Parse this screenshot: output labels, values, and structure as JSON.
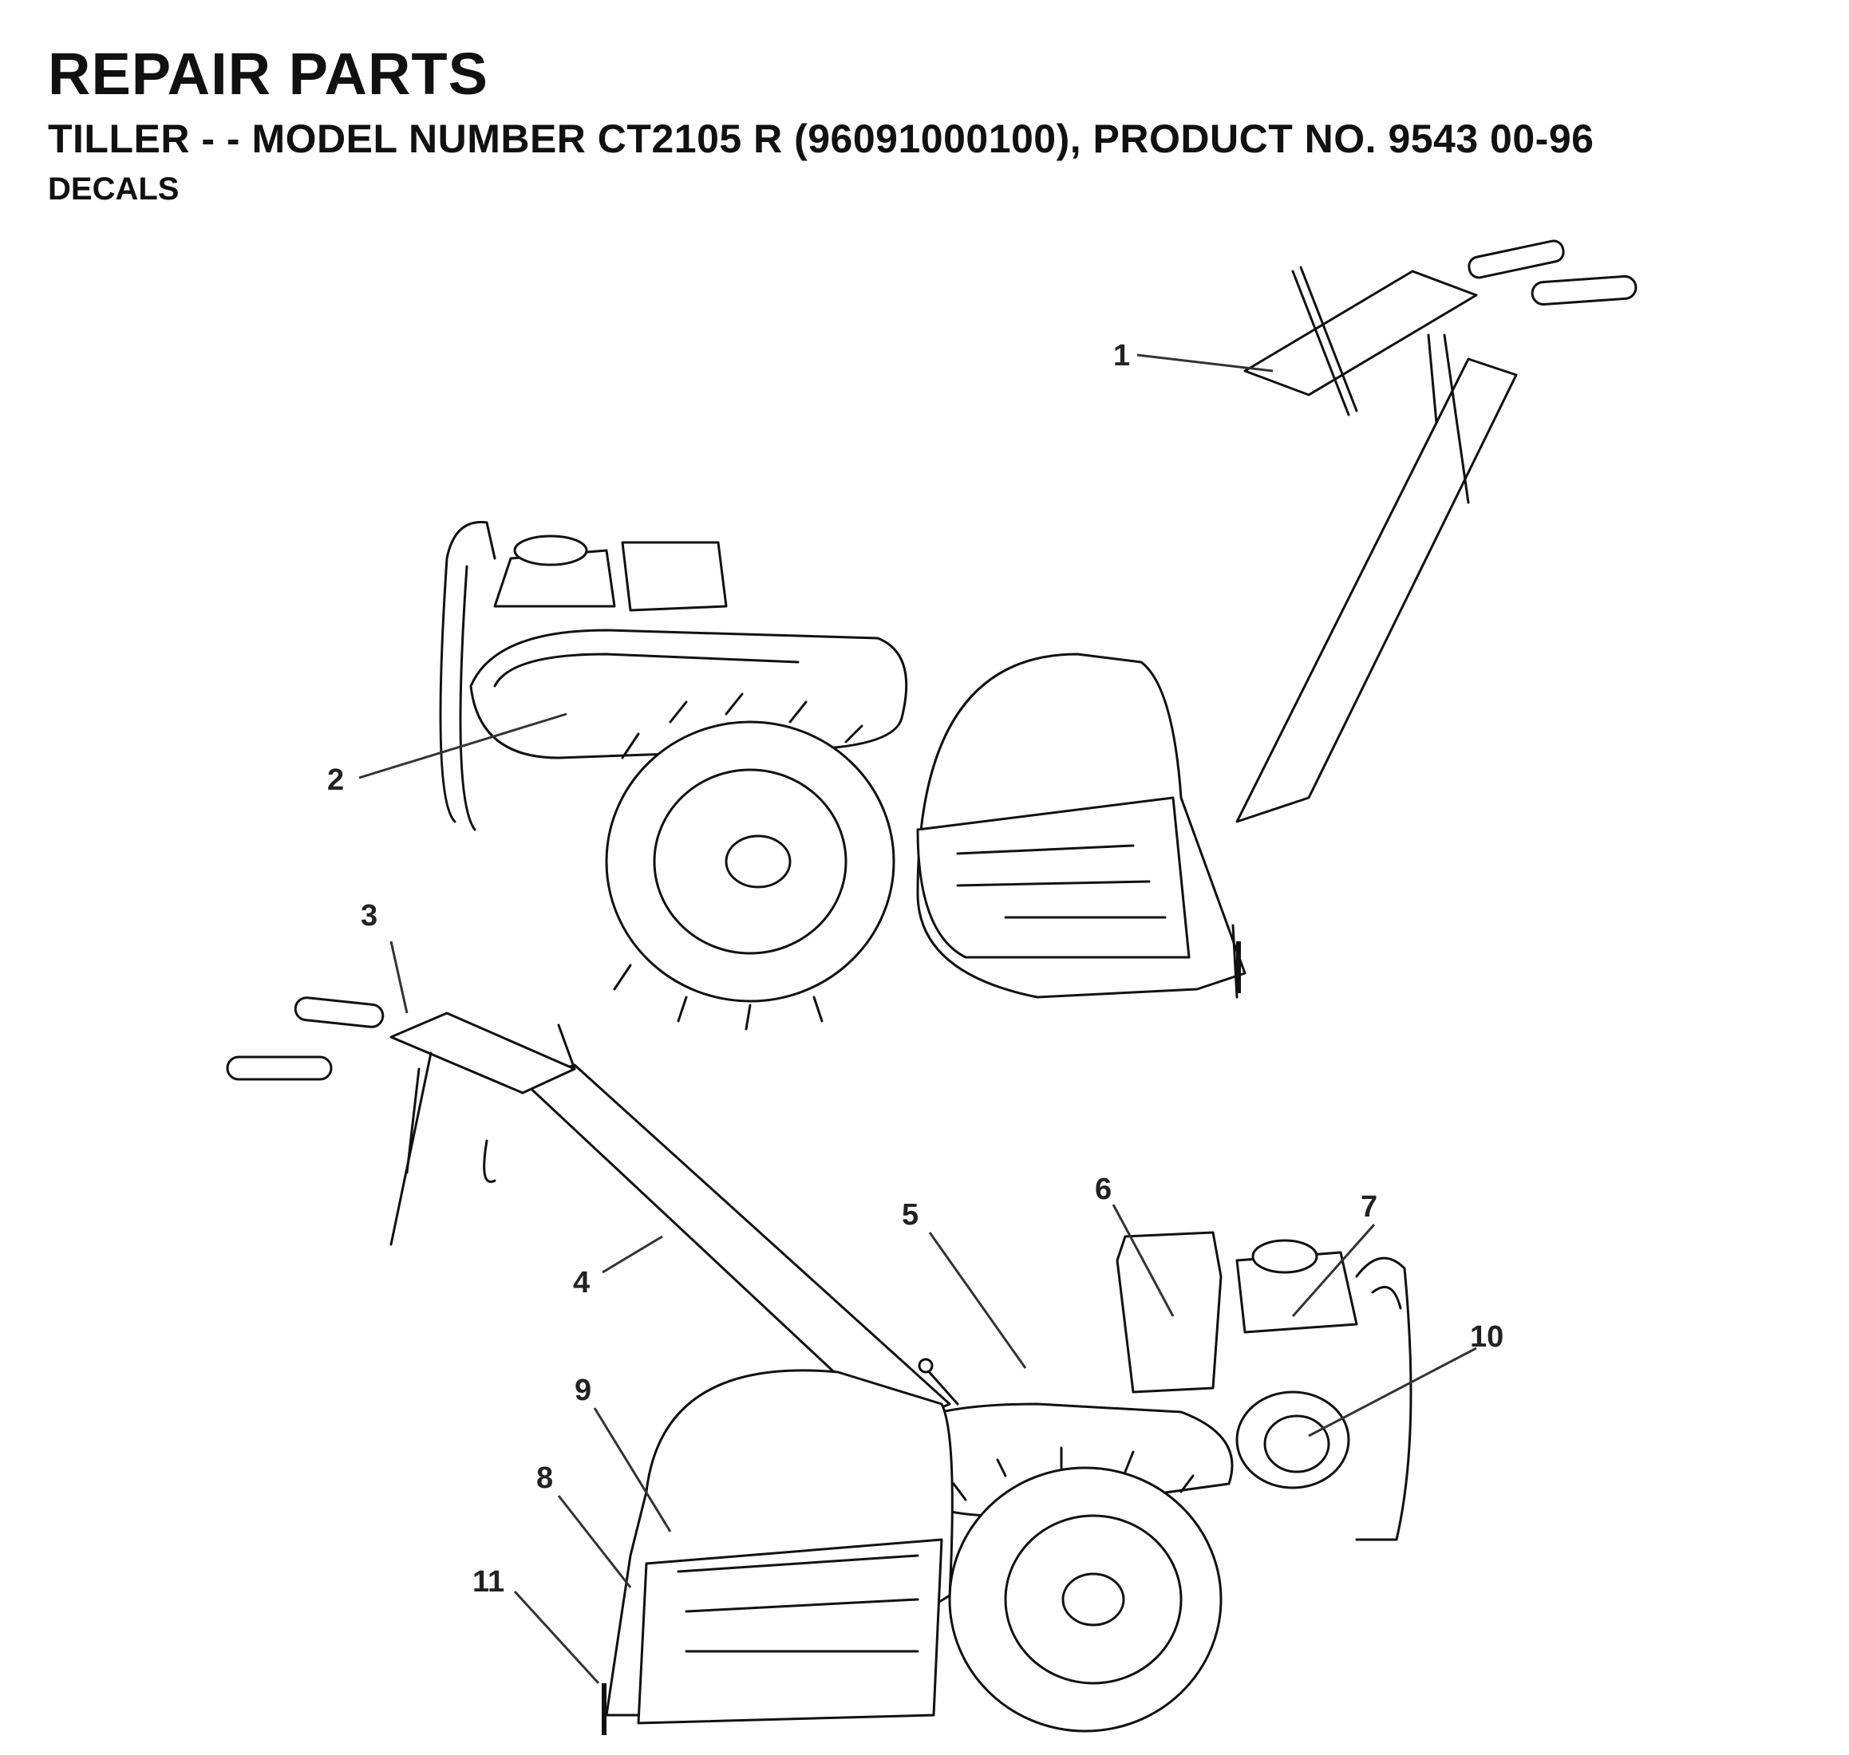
{
  "header": {
    "title": "REPAIR PARTS",
    "subtitle": "TILLER - - MODEL NUMBER CT2105 R (96091000100), PRODUCT NO. 9543 00-96",
    "section": "DECALS"
  },
  "callouts": [
    "1",
    "2",
    "3",
    "4",
    "5",
    "6",
    "7",
    "8",
    "9",
    "10",
    "11"
  ]
}
